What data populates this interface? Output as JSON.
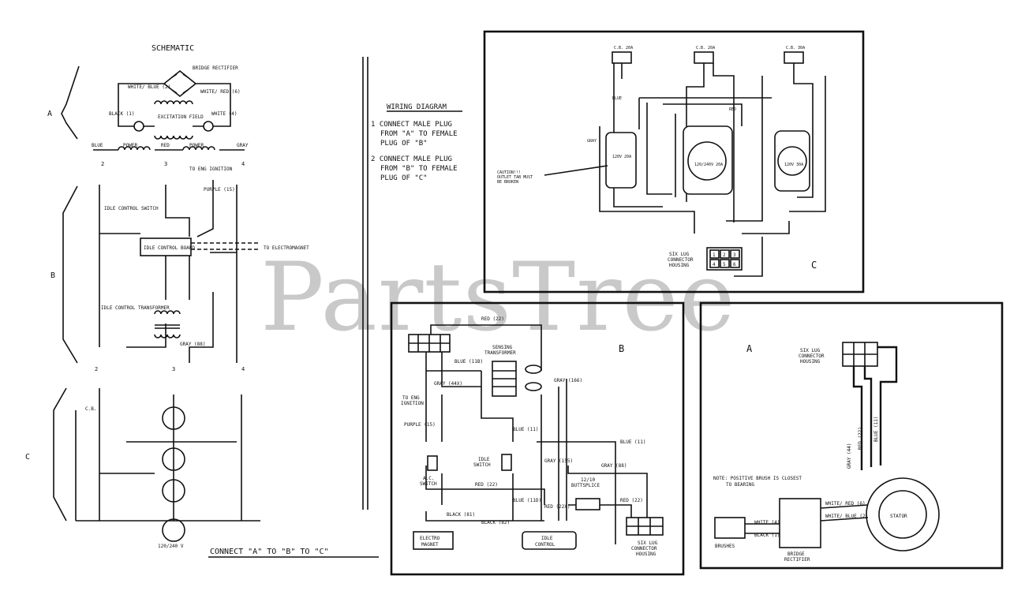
{
  "schematic": {
    "title": "SCHEMATIC",
    "section_a": "A",
    "section_b": "B",
    "section_c": "C",
    "bridge_rectifier": "BRIDGE RECTIFIER",
    "white_blue": "WHITE/ BLUE (2)",
    "white_red": "WHITE/ RED (6)",
    "black": "BLACK (1)",
    "white": "WHITE (4)",
    "excitation_field": "EXCITATION FIELD",
    "power1": "POWER",
    "power2": "POWER",
    "wire_blue": "BLUE",
    "wire_red": "RED",
    "wire_gray": "GRAY",
    "num2": "2",
    "num3": "3",
    "num4": "4",
    "to_eng_ignition": "TO ENG IGNITION",
    "purple": "PURPLE (15)",
    "idle_control_switch": "IDLE CONTROL SWITCH",
    "idle_control_board": "IDLE CONTROL BOARD",
    "electromagnet": "TO ELECTROMAGNET",
    "idle_control_transformer": "IDLE CONTROL TRANSFORMER",
    "gray_num": "GRAY (88)",
    "cb": "C.B.",
    "c_bottom": "120/240 V"
  },
  "connect_note": "CONNECT \"A\" TO \"B\" TO \"C\"",
  "wiring_diagram": {
    "title": "WIRING DIAGRAM",
    "step1_a": "1  CONNECT MALE PLUG",
    "step1_b": "FROM \"A\" TO FEMALE",
    "step1_c": "PLUG OF \"B\"",
    "step2_a": "2  CONNECT MALE PLUG",
    "step2_b": "FROM \"B\" TO FEMALE",
    "step2_c": "PLUG OF \"C\""
  },
  "panel_c": {
    "letter": "C",
    "cb1": "C.B. 20A",
    "cb2": "C.B. 20A",
    "cb3": "C.B. 30A",
    "caution_a": "CAUTION!!!",
    "caution_b": "OUTLET TAB MUST",
    "caution_c": "BE BROKEN",
    "outlet_left": "120V 20A",
    "outlet_mid": "120/240V 20A",
    "outlet_right": "120V 30A",
    "six_lug_a": "SIX LUG",
    "six_lug_b": "CONNECTOR",
    "six_lug_c": "HOUSING",
    "blue": "BLUE",
    "red": "RED",
    "gray": "GRAY",
    "lug_1": "1",
    "lug_2": "2",
    "lug_3": "3",
    "lug_4": "4",
    "lug_5": "5",
    "lug_6": "6"
  },
  "panel_b": {
    "letter": "B",
    "red22": "RED (22)",
    "sensing_a": "SENSING",
    "sensing_b": "TRANSFORMER",
    "blue11": "BLUE (11B)",
    "gray44": "GRAY (44X)",
    "gray166": "GRAY (166)",
    "to_eng_a": "TO ENG",
    "to_eng_b": "IGNITION",
    "purple": "PURPLE (15)",
    "blue_mid": "BLUE (11)",
    "idle_a": "IDLE",
    "idle_b": "SWITCH",
    "blue_r": "BLUE (11)",
    "gray_r": "GRAY (88)",
    "gray155": "GRAY (155)",
    "ac_a": "A.C.",
    "ac_b": "SWITCH",
    "red_l": "RED (22)",
    "black81": "BLACK (81)",
    "black82": "BLACK (82)",
    "butt_a": "12/10",
    "butt_b": "BUTTSPLICE",
    "blue11d": "BLUE (11D)",
    "red22x": "RED (22X)",
    "red_r": "RED (22)",
    "electro_a": "ELECTRO",
    "electro_b": "MAGNET",
    "idle_ctl_a": "IDLE",
    "idle_ctl_b": "CONTROL",
    "six_a": "SIX LUG",
    "six_b": "CONNECTOR",
    "six_c": "HOUSING"
  },
  "panel_a": {
    "letter": "A",
    "six_a": "SIX LUG",
    "six_b": "CONNECTOR",
    "six_c": "HOUSING",
    "gray44": "GRAY (44)",
    "red22": "RED (22)",
    "blue11": "BLUE (11)",
    "note_a": "NOTE: POSITIVE BRUSH IS CLOSEST",
    "note_b": "TO BEARING",
    "white_red": "WHITE/ RED (6)",
    "white_blue": "WHITE/ BLUE (2)",
    "white4": "WHITE (4)",
    "black1": "BLACK (1)",
    "stator": "STATOR",
    "brushes": "BRUSHES",
    "bridge_a": "BRIDGE",
    "bridge_b": "RECTIFIER"
  },
  "watermark": "PartsTree"
}
